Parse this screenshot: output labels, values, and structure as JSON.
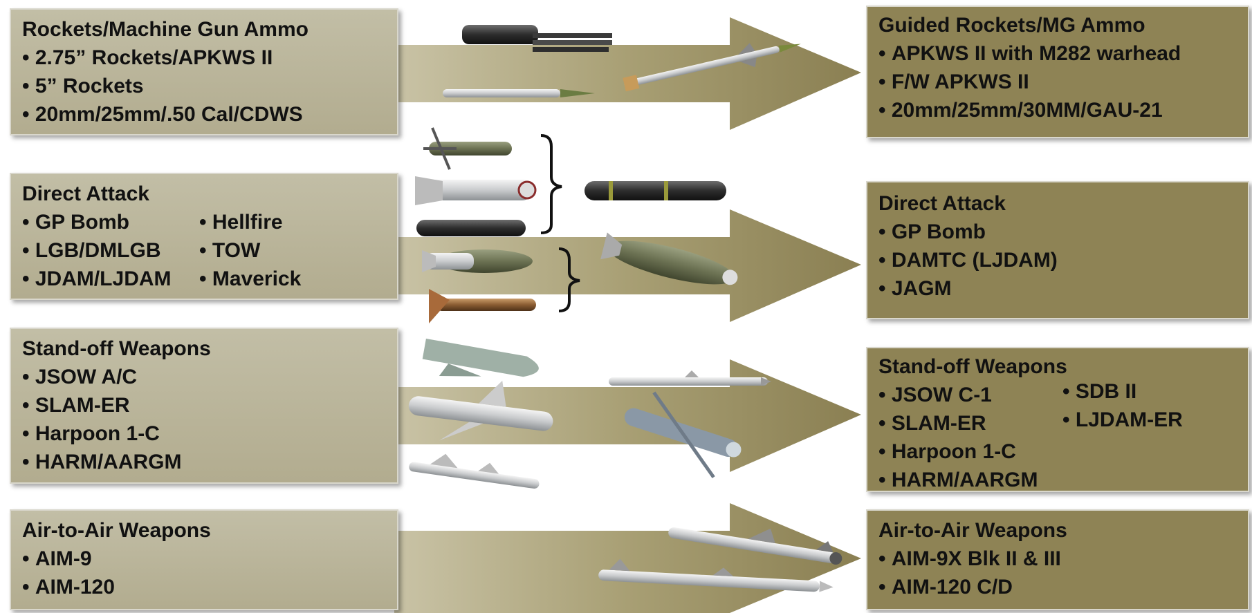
{
  "colors": {
    "left_box": "#b8b296",
    "right_box": "#8e8355",
    "arrow": "#8a7f52"
  },
  "rows": [
    {
      "left": {
        "title": "Rockets/Machine Gun Ammo",
        "items": [
          "2.75” Rockets/APKWS II",
          "5” Rockets",
          "20mm/25mm/.50 Cal/CDWS"
        ]
      },
      "right": {
        "title": "Guided Rockets/MG Ammo",
        "items": [
          "APKWS II with M282 warhead",
          "F/W APKWS II",
          "20mm/25mm/30MM/GAU-21"
        ]
      }
    },
    {
      "left": {
        "title": "Direct Attack",
        "items": [
          "GP Bomb",
          "LGB/DMLGB",
          "JDAM/LJDAM"
        ],
        "items2": [
          "Hellfire",
          "TOW",
          "Maverick"
        ]
      },
      "right": {
        "title": "Direct Attack",
        "items": [
          "GP Bomb",
          "DAMTC (LJDAM)",
          "JAGM"
        ]
      }
    },
    {
      "left": {
        "title": "Stand-off Weapons",
        "items": [
          "JSOW A/C",
          "SLAM-ER",
          "Harpoon 1-C",
          "HARM/AARGM"
        ]
      },
      "right": {
        "title": "Stand-off Weapons",
        "items": [
          "JSOW C-1",
          "SLAM-ER",
          "Harpoon 1-C",
          "HARM/AARGM"
        ],
        "items2": [
          "SDB II",
          "LJDAM-ER"
        ]
      }
    },
    {
      "left": {
        "title": "Air-to-Air Weapons",
        "items": [
          "AIM-9",
          "AIM-120"
        ]
      },
      "right": {
        "title": "Air-to-Air Weapons",
        "items": [
          "AIM-9X Blk II & III",
          "AIM-120 C/D"
        ]
      }
    }
  ]
}
